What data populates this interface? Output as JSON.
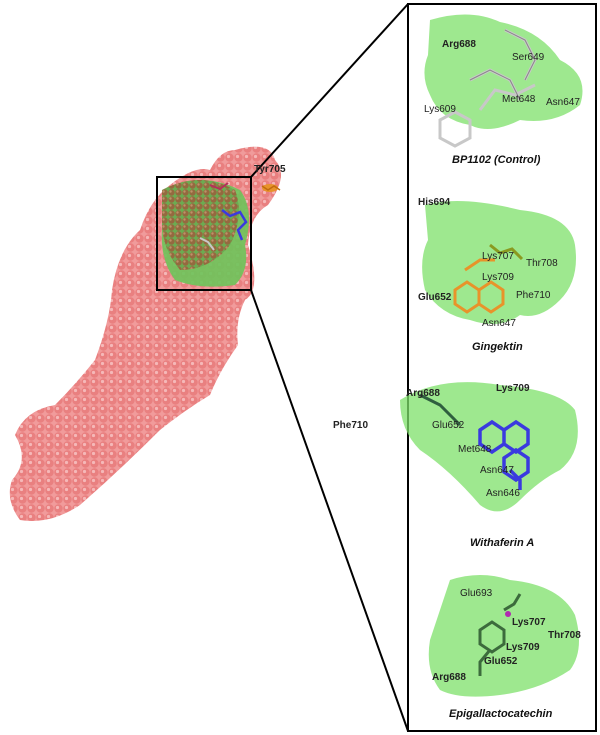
{
  "protein_label": "Tyr705",
  "floating_label": "Phe710",
  "panels": [
    {
      "caption": "BP1102 (Control)",
      "residues": [
        {
          "text": "Arg688",
          "bold": true
        },
        {
          "text": "Ser649",
          "bold": false
        },
        {
          "text": "Met648",
          "bold": false
        },
        {
          "text": "Asn647",
          "bold": false
        },
        {
          "text": "Lys609",
          "bold": false
        }
      ]
    },
    {
      "caption": "Gingektin",
      "residues": [
        {
          "text": "His694",
          "bold": true
        },
        {
          "text": "Lys707",
          "bold": false
        },
        {
          "text": "Thr708",
          "bold": false
        },
        {
          "text": "Lys709",
          "bold": false
        },
        {
          "text": "Glu652",
          "bold": true
        },
        {
          "text": "Phe710",
          "bold": false
        },
        {
          "text": "Asn647",
          "bold": false
        }
      ]
    },
    {
      "caption": "Withaferin A",
      "residues": [
        {
          "text": "Arg688",
          "bold": true
        },
        {
          "text": "Lys709",
          "bold": true
        },
        {
          "text": "Glu652",
          "bold": false
        },
        {
          "text": "Met648",
          "bold": false
        },
        {
          "text": "Asn647",
          "bold": false
        },
        {
          "text": "Asn646",
          "bold": false
        }
      ]
    },
    {
      "caption": "Epigallactocatechin",
      "residues": [
        {
          "text": "Glu693",
          "bold": false
        },
        {
          "text": "Lys707",
          "bold": true
        },
        {
          "text": "Thr708",
          "bold": true
        },
        {
          "text": "Lys709",
          "bold": true
        },
        {
          "text": "Glu652",
          "bold": true
        },
        {
          "text": "Arg688",
          "bold": true
        }
      ]
    }
  ],
  "colors": {
    "protein": "#e04a4a",
    "pocket_surface": "#7ee06a",
    "ligand_control": "#c8c8c8",
    "ligand_gingektin": "#e8932a",
    "ligand_withaferin": "#3a3adf",
    "ligand_epigallo": "#3c6b3c",
    "frame": "#000000"
  }
}
